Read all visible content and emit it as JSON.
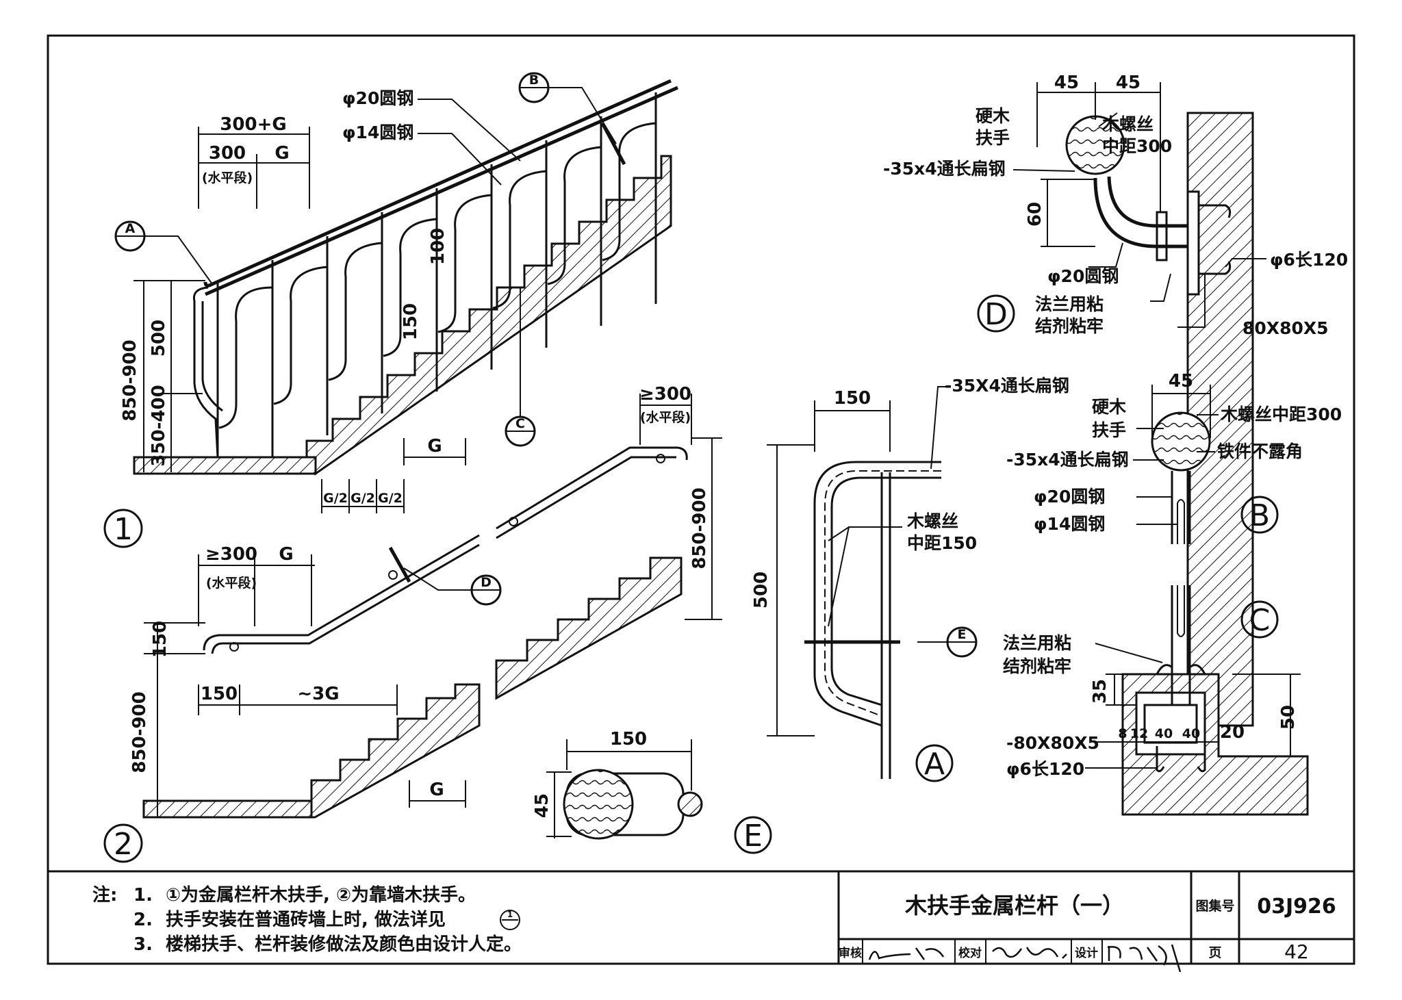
{
  "drawing": {
    "detail1": {
      "number": "1",
      "dims": {
        "top_total": "300+G",
        "top_300": "300",
        "top_g": "G",
        "horizontal_note": "(水平段)",
        "h_850_900": "850-900",
        "h_500": "500",
        "h_350_400": "350-400",
        "d_100": "100",
        "d_150": "150",
        "tread_g": "G",
        "half_g": "G/2"
      },
      "labels": {
        "bar20": "φ20圆钢",
        "bar14": "φ14圆钢"
      },
      "callouts": {
        "a": "A",
        "b": "B",
        "c": "C"
      }
    },
    "detail2": {
      "number": "2",
      "dims": {
        "top_300": "≥300",
        "top_g": "G",
        "horizontal_note": "(水平段)",
        "h_150": "150",
        "h_850_900": "850-900",
        "b_150": "150",
        "b_3g": "~3G",
        "tread_g": "G",
        "right_300": "≥300",
        "right_note": "(水平段)",
        "right_850_900": "850-900"
      },
      "callouts": {
        "d": "D"
      }
    },
    "detailA": {
      "letter": "A",
      "dim_150": "150",
      "dim_500": "500",
      "flat_steel": "-35X4通长扁钢",
      "screw": "木螺丝",
      "screw_pitch": "中距150",
      "callout_e": "E"
    },
    "detailB": {
      "letter": "B",
      "dim_45": "45",
      "hardwood": "硬木",
      "handrail": "扶手",
      "flat_steel": "-35x4通长扁钢",
      "screw": "木螺丝中距300",
      "no_corner": "铁件不露角",
      "bar20": "φ20圆钢",
      "bar14": "φ14圆钢"
    },
    "detailC": {
      "letter": "C",
      "flange1": "法兰用粘",
      "flange2": "结剂粘牢",
      "d_35": "35",
      "d_50": "50",
      "plate": "-80X80X5",
      "anchor": "φ6长120",
      "d_8": "8",
      "d_12": "12",
      "d_40a": "40",
      "d_40b": "40",
      "d_20": "20"
    },
    "detailD": {
      "letter": "D",
      "dim_45a": "45",
      "dim_45b": "45",
      "hardwood": "硬木",
      "handrail": "扶手",
      "screw1": "木螺丝",
      "screw2": "中距300",
      "flat_steel": "-35x4通长扁钢",
      "dim_60": "60",
      "bar20": "φ20圆钢",
      "flange1": "法兰用粘",
      "flange2": "结剂粘牢",
      "anchor": "φ6长120",
      "plate": "80X80X5"
    },
    "detailE": {
      "letter": "E",
      "dim_150": "150",
      "dim_45": "45"
    }
  },
  "notes": {
    "prefix": "注:",
    "n1_num": "1.",
    "n1": "①为金属栏杆木扶手, ②为靠墙木扶手。",
    "n2_num": "2.",
    "n2": "扶手安装在普通砖墙上时, 做法详见",
    "n2_ref": "1",
    "n3_num": "3.",
    "n3": "楼梯扶手、栏杆装修做法及颜色由设计人定。"
  },
  "titleblock": {
    "title": "木扶手金属栏杆（一）",
    "atlas_label": "图集号",
    "atlas_no": "03J926",
    "review": "审核",
    "check": "校对",
    "design": "设计",
    "page_label": "页",
    "page_no": "42"
  }
}
